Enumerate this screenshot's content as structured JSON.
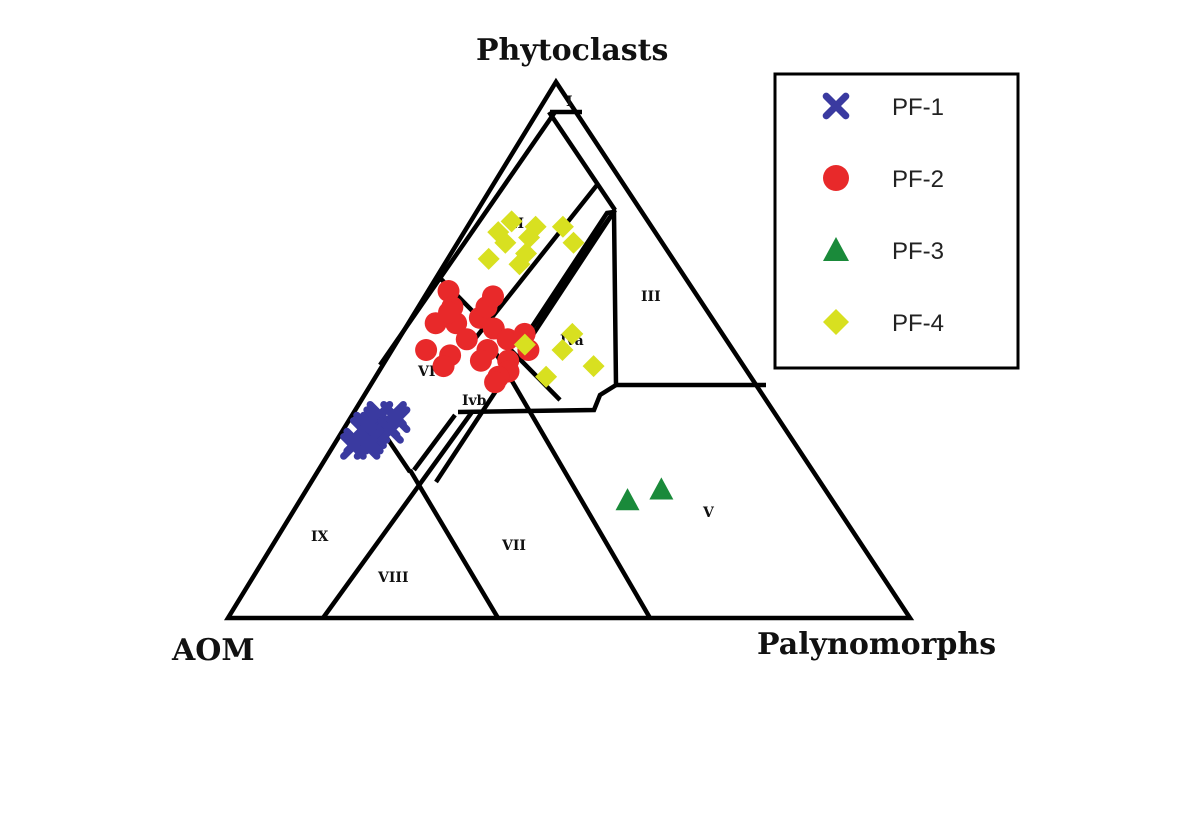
{
  "chart_data": {
    "type": "scatter",
    "subtype": "ternary",
    "apex_labels": {
      "top": "Phytoclasts",
      "left": "AOM",
      "right": "Palynomorphs"
    },
    "zones": [
      "I",
      "II",
      "III",
      "Iva",
      "Ivb",
      "V",
      "VI",
      "VII",
      "VIII",
      "IX"
    ],
    "legend_placement": "top-right",
    "grid": false,
    "series": [
      {
        "name": "PF-1",
        "marker": "cross",
        "color": "#3a3aa0",
        "points": [
          {
            "phytoclasts": 36,
            "aom": 60,
            "palynomorphs": 4
          },
          {
            "phytoclasts": 37,
            "aom": 59,
            "palynomorphs": 4
          },
          {
            "phytoclasts": 35,
            "aom": 62,
            "palynomorphs": 3
          },
          {
            "phytoclasts": 33,
            "aom": 64,
            "palynomorphs": 3
          },
          {
            "phytoclasts": 32,
            "aom": 65,
            "palynomorphs": 3
          },
          {
            "phytoclasts": 34,
            "aom": 61,
            "palynomorphs": 5
          },
          {
            "phytoclasts": 36,
            "aom": 58,
            "palynomorphs": 6
          },
          {
            "phytoclasts": 38,
            "aom": 56,
            "palynomorphs": 6
          },
          {
            "phytoclasts": 38,
            "aom": 58,
            "palynomorphs": 4
          },
          {
            "phytoclasts": 35,
            "aom": 60,
            "palynomorphs": 5
          },
          {
            "phytoclasts": 33,
            "aom": 62,
            "palynomorphs": 5
          },
          {
            "phytoclasts": 32,
            "aom": 63,
            "palynomorphs": 5
          },
          {
            "phytoclasts": 35,
            "aom": 58,
            "palynomorphs": 7
          },
          {
            "phytoclasts": 37,
            "aom": 56,
            "palynomorphs": 7
          },
          {
            "phytoclasts": 36,
            "aom": 61,
            "palynomorphs": 3
          }
        ]
      },
      {
        "name": "PF-2",
        "marker": "circle",
        "color": "#e8292a",
        "points": [
          {
            "phytoclasts": 61,
            "aom": 36,
            "palynomorphs": 3
          },
          {
            "phytoclasts": 58,
            "aom": 37,
            "palynomorphs": 5
          },
          {
            "phytoclasts": 55,
            "aom": 38,
            "palynomorphs": 7
          },
          {
            "phytoclasts": 52,
            "aom": 38,
            "palynomorphs": 10
          },
          {
            "phytoclasts": 50,
            "aom": 36,
            "palynomorphs": 14
          },
          {
            "phytoclasts": 48,
            "aom": 34,
            "palynomorphs": 18
          },
          {
            "phytoclasts": 46,
            "aom": 35,
            "palynomorphs": 19
          },
          {
            "phytoclasts": 45,
            "aom": 37,
            "palynomorphs": 18
          },
          {
            "phytoclasts": 49,
            "aom": 42,
            "palynomorphs": 9
          },
          {
            "phytoclasts": 47,
            "aom": 44,
            "palynomorphs": 9
          },
          {
            "phytoclasts": 50,
            "aom": 45,
            "palynomorphs": 5
          },
          {
            "phytoclasts": 55,
            "aom": 41,
            "palynomorphs": 4
          },
          {
            "phytoclasts": 56,
            "aom": 34,
            "palynomorphs": 10
          },
          {
            "phytoclasts": 54,
            "aom": 33,
            "palynomorphs": 13
          },
          {
            "phytoclasts": 52,
            "aom": 32,
            "palynomorphs": 16
          },
          {
            "phytoclasts": 50,
            "aom": 30,
            "palynomorphs": 20
          },
          {
            "phytoclasts": 53,
            "aom": 29,
            "palynomorphs": 18
          },
          {
            "phytoclasts": 58,
            "aom": 32,
            "palynomorphs": 10
          },
          {
            "phytoclasts": 57,
            "aom": 38,
            "palynomorphs": 5
          },
          {
            "phytoclasts": 44,
            "aom": 38,
            "palynomorphs": 18
          },
          {
            "phytoclasts": 48,
            "aom": 38,
            "palynomorphs": 14
          },
          {
            "phytoclasts": 60,
            "aom": 30,
            "palynomorphs": 10
          }
        ]
      },
      {
        "name": "PF-3",
        "marker": "triangle",
        "color": "#1a8a3a",
        "points": [
          {
            "phytoclasts": 22,
            "aom": 30,
            "palynomorphs": 48
          },
          {
            "phytoclasts": 24,
            "aom": 24,
            "palynomorphs": 52
          }
        ]
      },
      {
        "name": "PF-4",
        "marker": "diamond",
        "color": "#d8e020",
        "points": [
          {
            "phytoclasts": 72,
            "aom": 23,
            "palynomorphs": 5
          },
          {
            "phytoclasts": 70,
            "aom": 23,
            "palynomorphs": 7
          },
          {
            "phytoclasts": 74,
            "aom": 20,
            "palynomorphs": 6
          },
          {
            "phytoclasts": 73,
            "aom": 17,
            "palynomorphs": 10
          },
          {
            "phytoclasts": 73,
            "aom": 13,
            "palynomorphs": 14
          },
          {
            "phytoclasts": 70,
            "aom": 13,
            "palynomorphs": 17
          },
          {
            "phytoclasts": 68,
            "aom": 21,
            "palynomorphs": 11
          },
          {
            "phytoclasts": 66,
            "aom": 23,
            "palynomorphs": 11
          },
          {
            "phytoclasts": 67,
            "aom": 27,
            "palynomorphs": 6
          },
          {
            "phytoclasts": 71,
            "aom": 19,
            "palynomorphs": 10
          },
          {
            "phytoclasts": 53,
            "aom": 22,
            "palynomorphs": 25
          },
          {
            "phytoclasts": 50,
            "aom": 25,
            "palynomorphs": 25
          },
          {
            "phytoclasts": 47,
            "aom": 22,
            "palynomorphs": 31
          },
          {
            "phytoclasts": 51,
            "aom": 30,
            "palynomorphs": 19
          },
          {
            "phytoclasts": 45,
            "aom": 30,
            "palynomorphs": 25
          }
        ]
      }
    ]
  }
}
